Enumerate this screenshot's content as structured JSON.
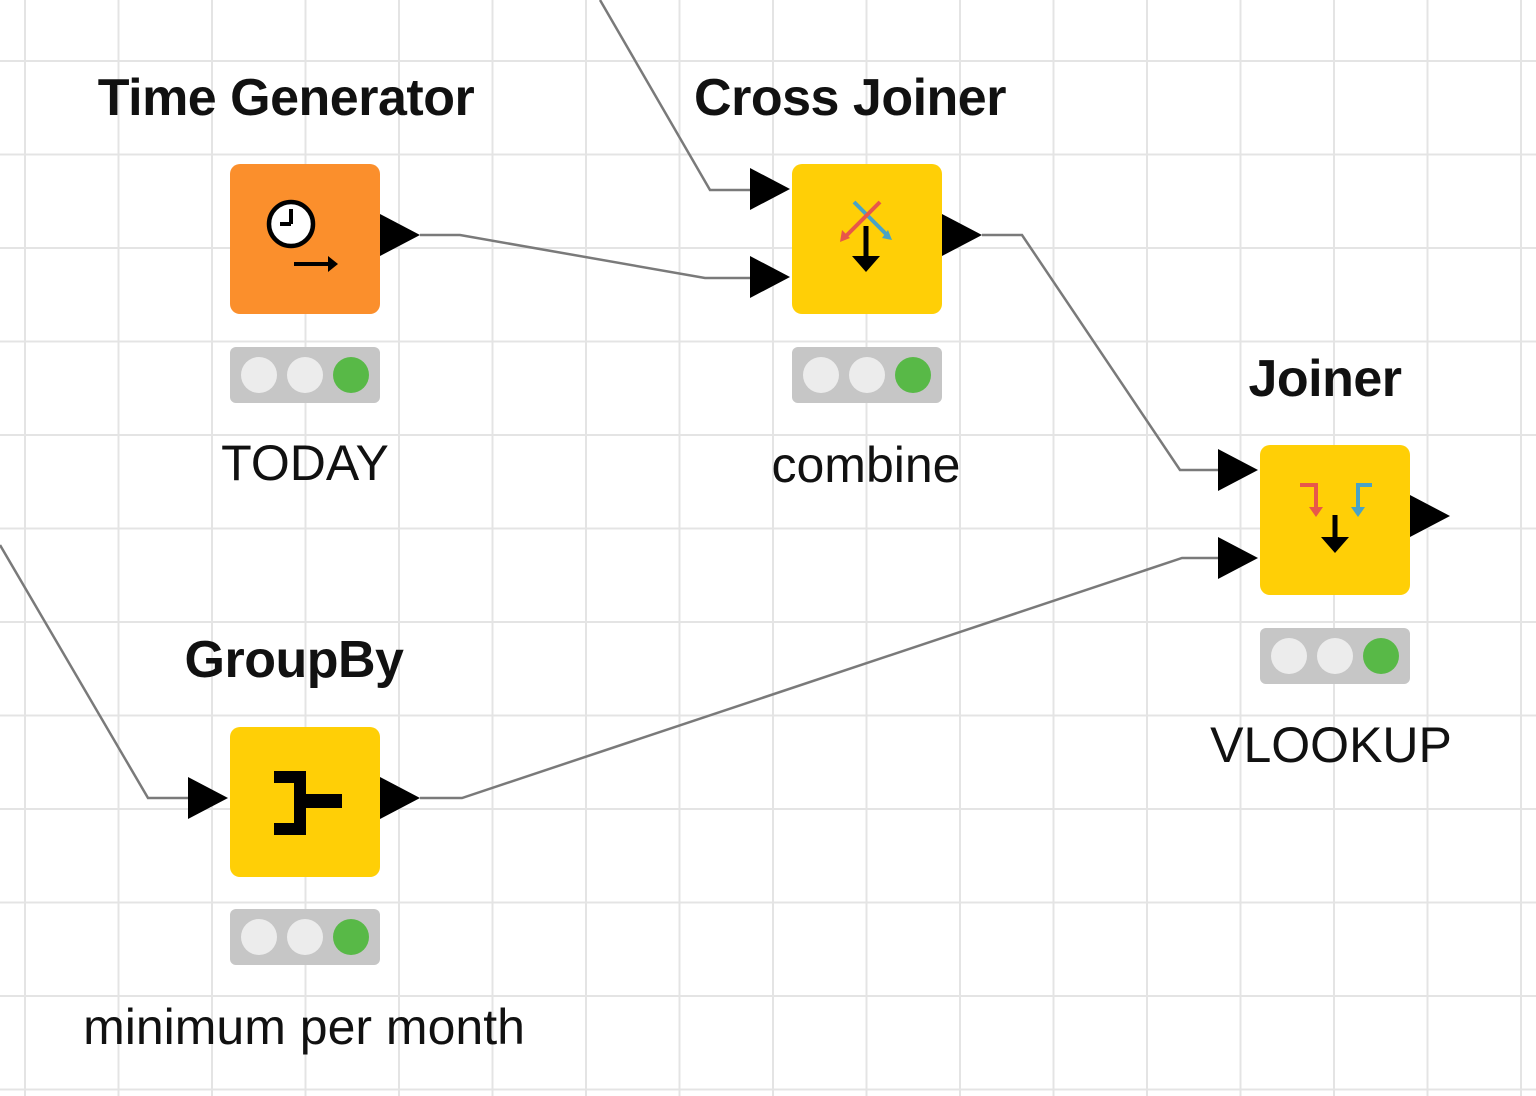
{
  "nodes": {
    "time_generator": {
      "title": "Time Generator",
      "label": "TODAY",
      "color": "#fb8f2c",
      "status": "executed"
    },
    "cross_joiner": {
      "title": "Cross Joiner",
      "label": "combine",
      "color": "#ffcf06",
      "status": "executed"
    },
    "joiner": {
      "title": "Joiner",
      "label": "VLOOKUP",
      "color": "#ffcf06",
      "status": "executed"
    },
    "groupby": {
      "title": "GroupBy",
      "label": "minimum per month",
      "color": "#ffcf06",
      "status": "executed"
    }
  },
  "status_colors": {
    "idle": "#ececec",
    "executed": "#58b947"
  },
  "icons": {
    "time_generator": "clock-arrow-icon",
    "cross_joiner": "cross-join-icon",
    "joiner": "join-icon",
    "groupby": "groupby-icon"
  }
}
